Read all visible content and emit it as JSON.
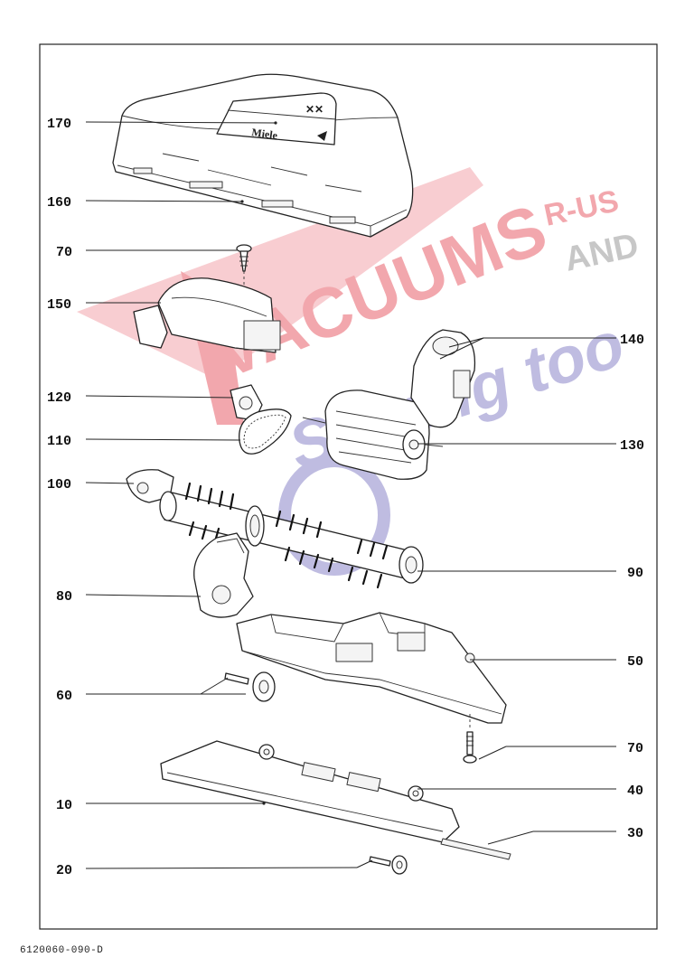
{
  "drawing_code": "6120060-090-D",
  "brand_text": "Miele",
  "watermark": {
    "line1": "VACUUMS",
    "line2": "R-US",
    "line3": "AND",
    "line4": "Sewing too",
    "colors": {
      "red": "#e8606a",
      "blue": "#8a86c8",
      "gray": "#9a9a9a"
    }
  },
  "callouts": [
    {
      "id": "170",
      "label": "170"
    },
    {
      "id": "160",
      "label": "160"
    },
    {
      "id": "70a",
      "label": "70"
    },
    {
      "id": "150",
      "label": "150"
    },
    {
      "id": "120",
      "label": "120"
    },
    {
      "id": "110",
      "label": "110"
    },
    {
      "id": "100",
      "label": "100"
    },
    {
      "id": "80",
      "label": "80"
    },
    {
      "id": "60",
      "label": "60"
    },
    {
      "id": "10",
      "label": "10"
    },
    {
      "id": "20",
      "label": "20"
    },
    {
      "id": "140",
      "label": "140"
    },
    {
      "id": "130",
      "label": "130"
    },
    {
      "id": "90",
      "label": "90"
    },
    {
      "id": "50",
      "label": "50"
    },
    {
      "id": "70b",
      "label": "70"
    },
    {
      "id": "40",
      "label": "40"
    },
    {
      "id": "30",
      "label": "30"
    }
  ]
}
